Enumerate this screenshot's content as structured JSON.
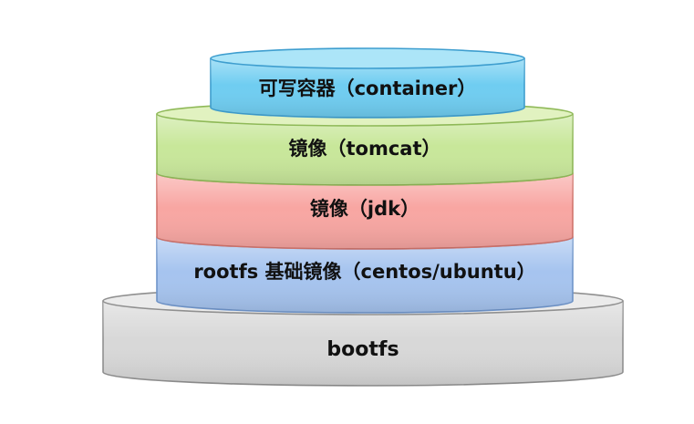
{
  "background": "#ffffff",
  "label_color": "#111111",
  "layers": [
    {
      "id": "bootfs",
      "label": "bootfs",
      "body_color": "#d8d8d8",
      "top_color": "#ebebeb",
      "stroke_color": "#909090"
    },
    {
      "id": "rootfs",
      "label": "rootfs 基础镜像（centos/ubuntu）",
      "body_color": "#a6c4ef",
      "top_color": "#c6daf5",
      "stroke_color": "#6e94ca"
    },
    {
      "id": "jdk",
      "label": "镜像（jdk）",
      "body_color": "#f8a6a2",
      "top_color": "#fccdc9",
      "stroke_color": "#d1736b"
    },
    {
      "id": "tomcat",
      "label": "镜像（tomcat）",
      "body_color": "#c8e79a",
      "top_color": "#e1f2c0",
      "stroke_color": "#8fb958"
    },
    {
      "id": "container",
      "label": "可写容器（container）",
      "body_color": "#6fcdf1",
      "top_color": "#ace5f8",
      "stroke_color": "#3e9ecf"
    }
  ]
}
